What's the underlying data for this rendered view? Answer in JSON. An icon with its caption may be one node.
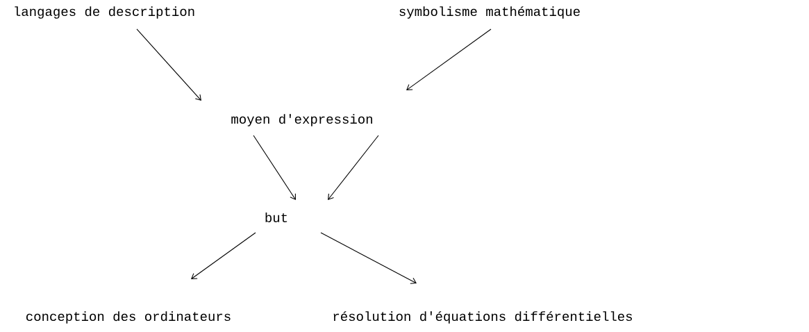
{
  "diagram": {
    "nodes": [
      {
        "text": [
          "langages de description"
        ]
      },
      {
        "text": [
          "symbolisme mathématique"
        ]
      },
      {
        "text": [
          "moyen d'expression"
        ]
      },
      {
        "text": [
          "but"
        ]
      },
      {
        "text": [
          "conception des ordinateurs"
        ]
      },
      {
        "text": [
          "résolution d'équations différentielles"
        ]
      }
    ],
    "edges": [
      {
        "from": 0,
        "to": 2,
        "arrow": "to"
      },
      {
        "from": 1,
        "to": 2,
        "arrow": "to"
      },
      {
        "from": 2,
        "to": 3,
        "arrow": "to"
      },
      {
        "from": 2,
        "to": 3,
        "arrow": "to"
      },
      {
        "from": 3,
        "to": 4,
        "arrow": "to"
      },
      {
        "from": 3,
        "to": 5,
        "arrow": "to"
      }
    ]
  }
}
